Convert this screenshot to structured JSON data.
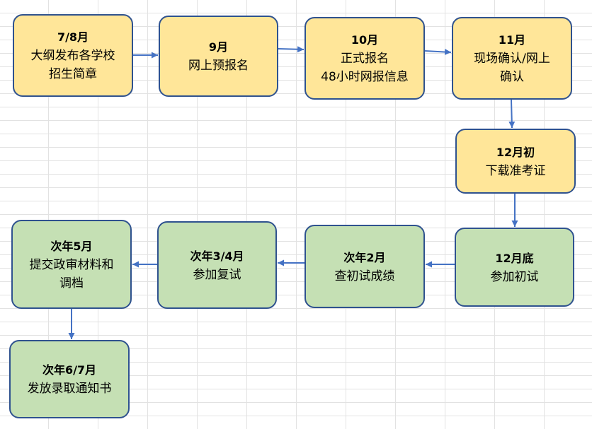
{
  "colors": {
    "grid": "#E2E2E2",
    "yellow_fill": "#FFE699",
    "green_fill": "#C5E0B4",
    "border": "#2F528F",
    "arrow": "#4472C4",
    "text": "#000000"
  },
  "steps": [
    {
      "title": "7/8月",
      "lines": [
        "大纲发布各学校",
        "招生简章"
      ]
    },
    {
      "title": "9月",
      "lines": [
        "网上预报名"
      ]
    },
    {
      "title": "10月",
      "lines": [
        "正式报名",
        "48小时网报信息"
      ]
    },
    {
      "title": "11月",
      "lines": [
        "现场确认/网上",
        "确认"
      ]
    },
    {
      "title": "12月初",
      "lines": [
        "下载准考证"
      ]
    },
    {
      "title": "12月底",
      "lines": [
        "参加初试"
      ]
    },
    {
      "title": "次年2月",
      "lines": [
        "查初试成绩"
      ]
    },
    {
      "title": "次年3/4月",
      "lines": [
        "参加复试"
      ]
    },
    {
      "title": "次年5月",
      "lines": [
        "提交政审材料和",
        "调档"
      ]
    },
    {
      "title": "次年6/7月",
      "lines": [
        "发放录取通知书"
      ]
    }
  ]
}
